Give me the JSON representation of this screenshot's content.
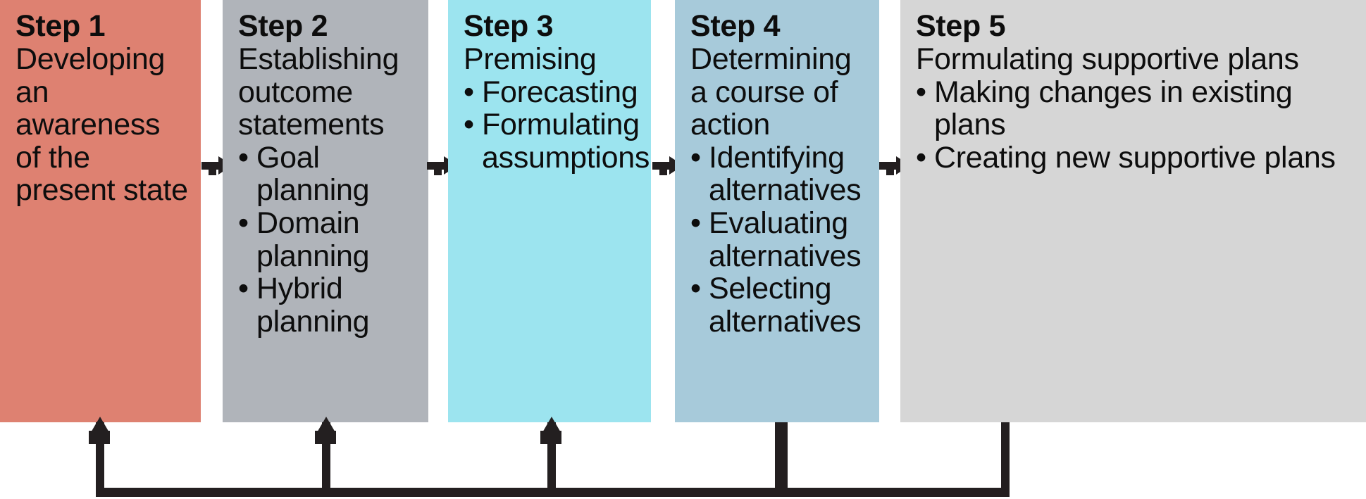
{
  "diagram": {
    "name": "five-step-planning-process",
    "background_color": "#ffffff",
    "connector_color": "#231f20",
    "text_color": "#0d0d0d"
  },
  "steps": [
    {
      "id": "step-1",
      "title": "Step 1",
      "lead": "Developing an awareness of the present state",
      "bullets": [],
      "color": "#de8171"
    },
    {
      "id": "step-2",
      "title": "Step 2",
      "lead": "Establishing outcome statements",
      "bullets": [
        "Goal planning",
        "Domain planning",
        "Hybrid planning"
      ],
      "color": "#b0b4ba"
    },
    {
      "id": "step-3",
      "title": "Step 3",
      "lead": "Premising",
      "bullets": [
        "Forecasting",
        "Formulating assumptions"
      ],
      "color": "#9ce4ef"
    },
    {
      "id": "step-4",
      "title": "Step 4",
      "lead": "Determining a course of action",
      "bullets": [
        "Identifying alternatives",
        "Evaluating alternatives",
        "Selecting alternatives"
      ],
      "color": "#a7cada"
    },
    {
      "id": "step-5",
      "title": "Step 5",
      "lead": "Formulating supportive plans",
      "bullets": [
        "Making changes in existing plans",
        "Creating new supportive plans"
      ],
      "color": "#d6d6d6"
    }
  ],
  "connectors": {
    "forward_arrows": [
      {
        "id": "arrow-step1-step2",
        "label": "arrow from step 1 to step 2"
      },
      {
        "id": "arrow-step2-step3",
        "label": "arrow from step 2 to step 3"
      },
      {
        "id": "arrow-step3-step4",
        "label": "arrow from step 3 to step 4"
      },
      {
        "id": "arrow-step4-step5",
        "label": "arrow from step 4 to step 5"
      }
    ],
    "feedback_targets": [
      {
        "id": "feedback-to-step1",
        "label": "feedback line into step 1"
      },
      {
        "id": "feedback-to-step2",
        "label": "feedback line into step 2"
      },
      {
        "id": "feedback-to-step3",
        "label": "feedback line into step 3"
      }
    ],
    "feedback_sources": [
      {
        "id": "feedback-from-step4",
        "label": "feedback line from step 4"
      },
      {
        "id": "feedback-from-step5",
        "label": "feedback line from step 5"
      }
    ],
    "feedback_bus": {
      "id": "feedback-bus",
      "label": "horizontal feedback bus"
    }
  },
  "bullet_glyph": "•"
}
